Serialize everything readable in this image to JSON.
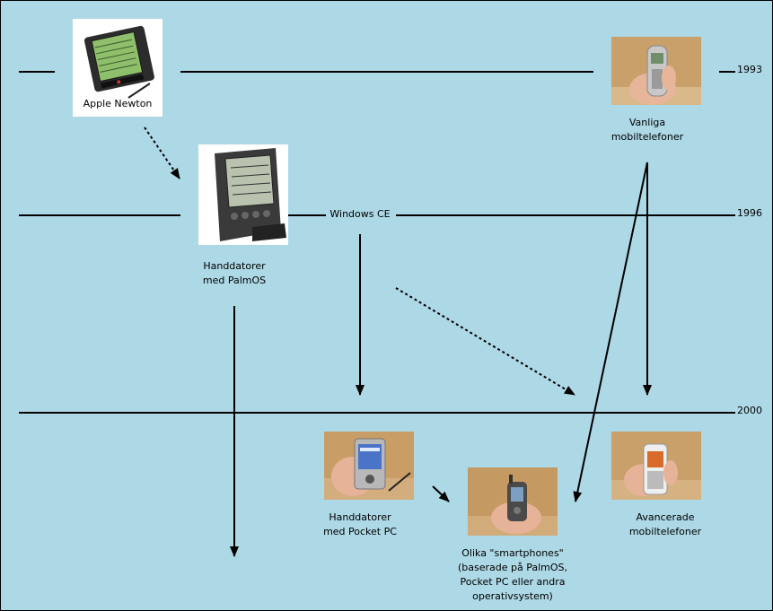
{
  "years": [
    "1993",
    "1996",
    "2000"
  ],
  "nodes": {
    "apple_newton": "Apple Newton",
    "mobile_phones": "Vanliga\nmobiltelefoner",
    "windows_ce": "Windows CE",
    "palm_handhelds": "Handdatorer\nmed PalmOS",
    "pocket_pc_handhelds": "Handdatorer\nmed Pocket PC",
    "smartphones": "Olika \"smartphones\"\n(baserade på PalmOS,\nPocket PC eller andra\noperativsystem)",
    "advanced_phones": "Avancerade\nmobiltelefoner"
  },
  "colors": {
    "background": "#add8e6",
    "line": "#000000",
    "photo_backdrop": "#c9a06a",
    "device_screen": "#7dbf5a"
  },
  "icons": [
    "apple-newton-photo",
    "palm-pda-photo",
    "nokia-phone-photo",
    "pocket-pc-photo",
    "smartphone-photo",
    "sony-ericsson-phone-photo"
  ]
}
